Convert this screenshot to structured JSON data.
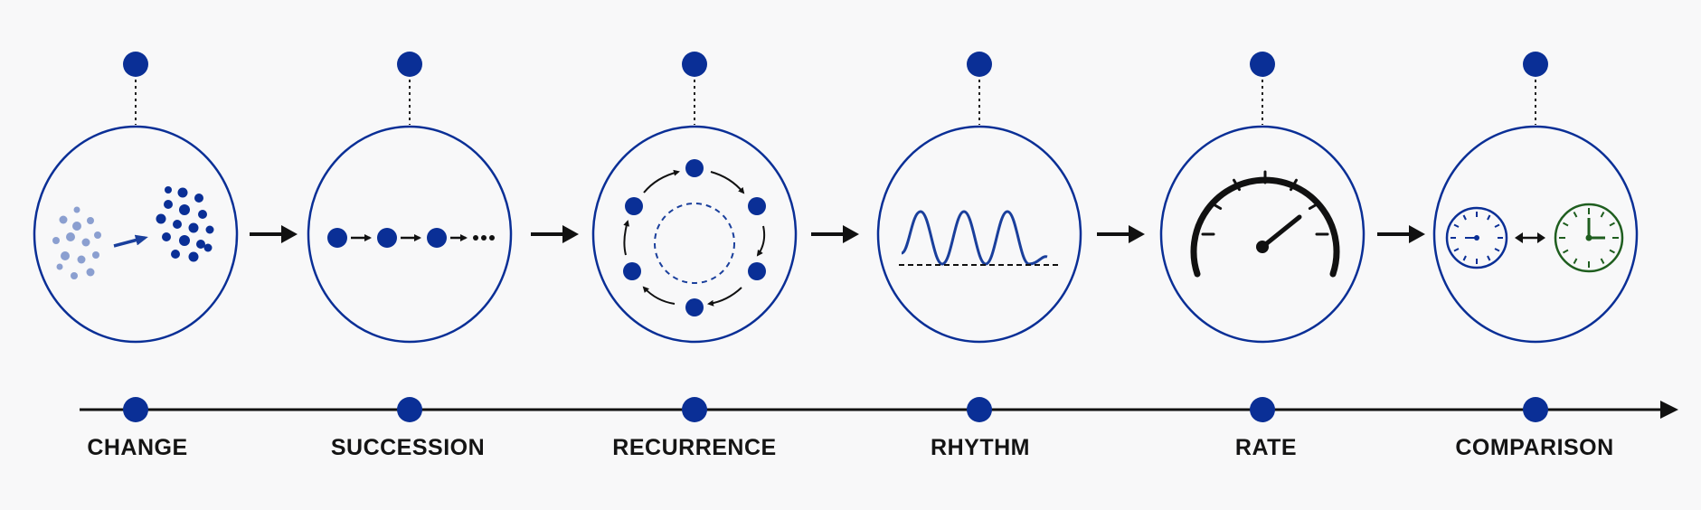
{
  "colors": {
    "accent": "#0a2f96",
    "ink": "#111111",
    "light_dots": "#8b9fd0",
    "green_clock": "#1f5e1f",
    "background": "#f8f8f9"
  },
  "stages": [
    {
      "id": "change",
      "label": "CHANGE",
      "icon": "scatter-transform-icon"
    },
    {
      "id": "succession",
      "label": "SUCCESSION",
      "icon": "dot-sequence-icon"
    },
    {
      "id": "recurrence",
      "label": "RECURRENCE",
      "icon": "cycle-icon"
    },
    {
      "id": "rhythm",
      "label": "RHYTHM",
      "icon": "wave-icon"
    },
    {
      "id": "rate",
      "label": "RATE",
      "icon": "speedometer-icon"
    },
    {
      "id": "comparison",
      "label": "COMPARISON",
      "icon": "two-clocks-icon"
    }
  ]
}
